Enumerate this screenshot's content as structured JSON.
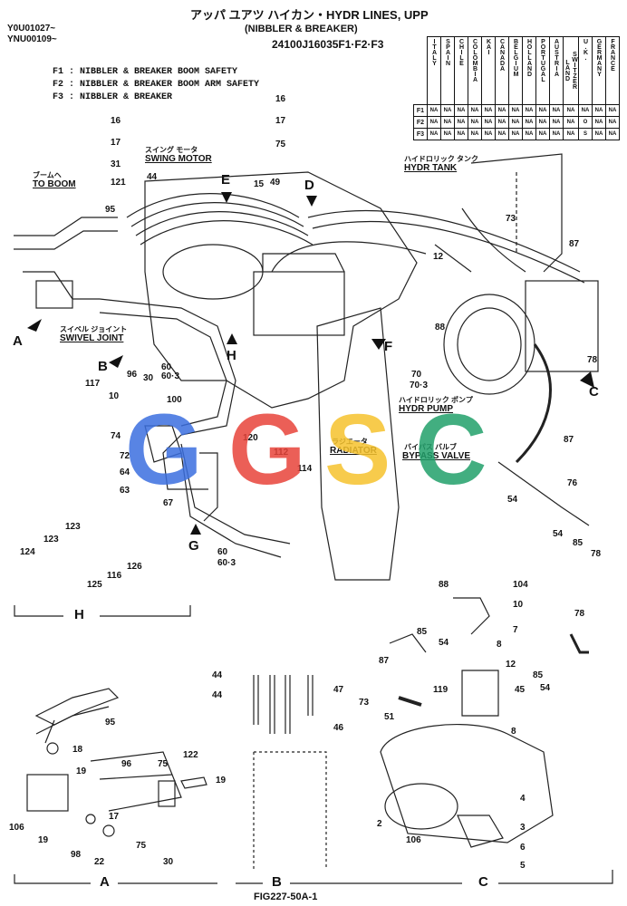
{
  "header": {
    "serial_1": "Y0U01027~",
    "serial_2": "YNU00109~",
    "title_jp": "アッパ ユアツ ハイカン・HYDR LINES, UPP",
    "title_sub": "(NIBBLER & BREAKER)",
    "part_code": "24100J16035F1·F2·F3"
  },
  "legend": {
    "f1": "F1 : NIBBLER & BREAKER BOOM SAFETY",
    "f2": "F2 : NIBBLER & BREAKER BOOM ARM SAFETY",
    "f3": "F3 : NIBBLER & BREAKER"
  },
  "country_table": {
    "countries": [
      "ITALY",
      "SPAIN",
      "CHILE",
      "COLOMBIA",
      "KAI",
      "CANADA",
      "BELGIUM",
      "HOLLAND",
      "PORTUGAL",
      "AUSTRIA",
      "SWITZER LAND",
      "U.K.",
      "GERMANY",
      "FRANCE"
    ],
    "rows": [
      {
        "label": "F1",
        "cells": [
          "NA",
          "NA",
          "NA",
          "NA",
          "NA",
          "NA",
          "NA",
          "NA",
          "NA",
          "NA",
          "NA",
          "NA",
          "NA",
          "NA"
        ]
      },
      {
        "label": "F2",
        "cells": [
          "NA",
          "NA",
          "NA",
          "NA",
          "NA",
          "NA",
          "NA",
          "NA",
          "NA",
          "NA",
          "NA",
          "O",
          "NA",
          "NA"
        ]
      },
      {
        "label": "F3",
        "cells": [
          "NA",
          "NA",
          "NA",
          "NA",
          "NA",
          "NA",
          "NA",
          "NA",
          "NA",
          "NA",
          "NA",
          "S",
          "NA",
          "NA"
        ]
      }
    ]
  },
  "labels": {
    "to_boom_jp": "ブームヘ",
    "to_boom": "TO BOOM",
    "swing_motor_jp": "スイング モータ",
    "swing_motor": "SWING MOTOR",
    "swivel_joint_jp": "スイベル ジョイント",
    "swivel_joint": "SWIVEL JOINT",
    "hydr_tank_jp": "ハイドロリック タンク",
    "hydr_tank": "HYDR TANK",
    "hydr_pump_jp": "ハイドロリック ポンプ",
    "hydr_pump": "HYDR PUMP",
    "radiator_jp": "ラジエータ",
    "radiator": "RADIATOR",
    "bypass_valve_jp": "バイパス バルブ",
    "bypass_valve": "BYPASS VALVE"
  },
  "views": {
    "A": "A",
    "B": "B",
    "C": "C",
    "D": "D",
    "E": "E",
    "F": "F",
    "G": "G",
    "H": "H"
  },
  "callouts": {
    "c16a": "16",
    "c17a": "17",
    "c31": "31",
    "c121": "121",
    "c95a": "95",
    "c44a": "44",
    "c15": "15",
    "c49": "49",
    "c16b": "16",
    "c17b": "17",
    "c75a": "75",
    "c73a": "73",
    "c87a": "87",
    "c12a": "12",
    "c88a": "88",
    "c78a": "78",
    "c96a": "96",
    "c30a": "30",
    "c60a": "60",
    "c60_3a": "60·3",
    "c70": "70",
    "c70_3": "70·3",
    "c117": "117",
    "c10a": "10",
    "c100": "100",
    "c74": "74",
    "c72": "72",
    "c64": "64",
    "c63": "63",
    "c67": "67",
    "c120": "120",
    "c112": "112",
    "c114": "114",
    "c87b": "87",
    "c76": "76",
    "c54a": "54",
    "c54b": "54",
    "c85a": "85",
    "c78b": "78",
    "c60b": "60",
    "c60_3b": "60·3",
    "c123a": "123",
    "c123b": "123",
    "c124": "124",
    "c125": "125",
    "c116": "116",
    "c126": "126",
    "c88b": "88",
    "c104": "104",
    "c10b": "10",
    "c7": "7",
    "c8a": "8",
    "c85b": "85",
    "c54c": "54",
    "c87c": "87",
    "c12b": "12",
    "c45": "45",
    "c85c": "85",
    "c54d": "54",
    "c78c": "78",
    "c119": "119",
    "c73b": "73",
    "c51": "51",
    "c8b": "8",
    "c4": "4",
    "c3": "3",
    "c6": "6",
    "c5": "5",
    "c2": "2",
    "c106a": "106",
    "c44b": "44",
    "c44c": "44",
    "c47": "47",
    "c46": "46",
    "c19b": "19",
    "c95b": "95",
    "c18": "18",
    "c19a": "19",
    "c96b": "96",
    "c75b": "75",
    "c122": "122",
    "c106b": "106",
    "c19c": "19",
    "c17c": "17",
    "c98": "98",
    "c22": "22",
    "c75c": "75",
    "c30b": "30"
  },
  "figure_id": "FIG227-50A-1",
  "watermark": {
    "g1": "G",
    "g2": "G",
    "s": "S",
    "c": "C",
    "colors": {
      "blue": "#3b6fe0",
      "red": "#e8443a",
      "yellow": "#f6c32d",
      "green": "#22a06b"
    }
  }
}
